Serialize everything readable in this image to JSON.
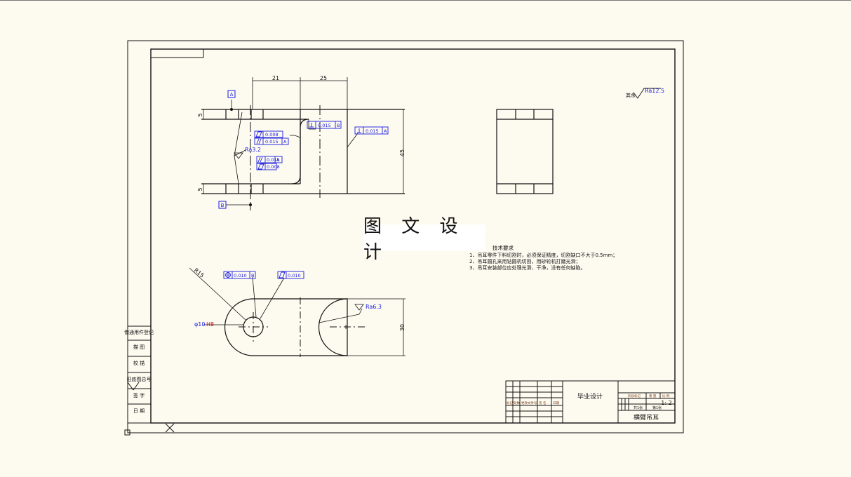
{
  "watermark": "图 文 设 计",
  "dimensions": {
    "top_width_left": "21",
    "top_width_right": "25",
    "height_right": "45",
    "left_top_small": "5",
    "left_bottom_small": "5",
    "bottom_height": "30",
    "radius": "R15",
    "hole_diameter": "φ10",
    "hole_fit": "H8"
  },
  "datums": {
    "a": "A",
    "b": "B"
  },
  "roughness": {
    "upper_left": "Ra3.2",
    "bottom_right": "Ra6.3",
    "general_prefix": "其余",
    "general_value": "Ra12.5"
  },
  "tolerances": {
    "upper_perp_left": {
      "value": "0.015",
      "datum": "B"
    },
    "upper_perp_right": {
      "value": "0.015",
      "datum": "A"
    },
    "upper_parallel_1": {
      "value": "0.008"
    },
    "upper_parallel_2": {
      "value": "0.015",
      "datum": "A"
    },
    "upper_parallel_3": {
      "value": "0.015",
      "datum": "A"
    },
    "upper_flat_4": {
      "value": "0.008"
    },
    "lower_concentric": {
      "value": "0.010",
      "datum": "B"
    },
    "lower_cylindricity": {
      "value": "0.010"
    }
  },
  "tech_requirements": {
    "title": "技术要求",
    "items": [
      "1、吊耳零件下料切割时，必须保证精度，切割缺口不大于0.5mm；",
      "2、吊耳圆孔采用钻圆机切割，用砂轮机打磨光滑；",
      "3、吊耳安装部位应处理光滑、干净，没有任何缺陷。"
    ]
  },
  "side_table": {
    "rows": [
      "借通用件登记",
      "描  图",
      "校  描",
      "旧底图总号",
      "签  字",
      "日  期"
    ]
  },
  "title_block": {
    "center_title": "毕业设计",
    "part_name": "横臂吊耳",
    "scale": "1: 2",
    "headers_left": [
      "标记",
      "处数",
      "更改文件号",
      "签 名",
      "日期"
    ],
    "headers_right": [
      "阶段标记",
      "重 量",
      "比 例"
    ],
    "sheet_total": "共1张",
    "sheet_no": "第1张"
  }
}
